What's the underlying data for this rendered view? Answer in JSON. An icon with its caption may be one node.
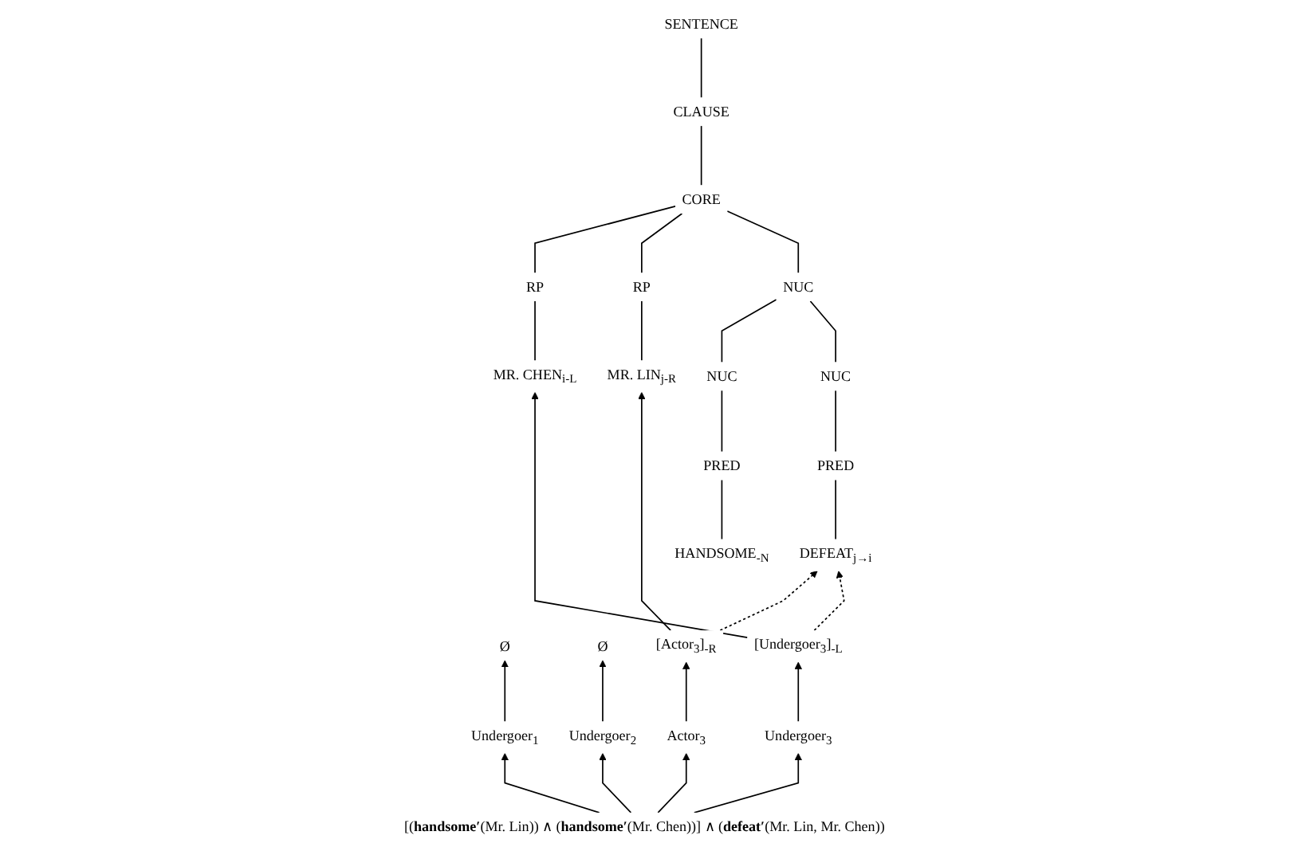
{
  "diagram": {
    "nodes": [
      {
        "text": [
          "SENTENCE"
        ]
      },
      {
        "text": [
          "CLAUSE"
        ]
      },
      {
        "text": [
          "CORE"
        ]
      },
      {
        "text": [
          "RP"
        ]
      },
      {
        "text": [
          "RP"
        ]
      },
      {
        "text": [
          "NUC"
        ]
      },
      {
        "text": [
          "NUC"
        ]
      },
      {
        "text": [
          "PRED"
        ]
      },
      {
        "text": [
          "NUC"
        ]
      },
      {
        "text": [
          "PRED"
        ]
      },
      {
        "text": [
          "MR. CHEN$_{i-L}$"
        ]
      },
      {
        "text": [
          "MR. LIN$_{j-R}$"
        ]
      },
      {
        "text": [
          "HANDSOME$_{-N}$"
        ]
      },
      {
        "text": [
          "DEFEAT$_{j→i}$"
        ]
      },
      {
        "text": [
          "Ø"
        ]
      },
      {
        "text": [
          "Ø"
        ]
      },
      {
        "text": [
          "[Actor$_{3}$]$_{-R}$"
        ]
      },
      {
        "text": [
          "[Undergoer$_{3}$]$_{-L}$"
        ]
      },
      {
        "text": [
          "Undergoer$_{1}$"
        ]
      },
      {
        "text": [
          "Undergoer$_{2}$"
        ]
      },
      {
        "text": [
          "Actor$_{3}$"
        ]
      },
      {
        "text": [
          "Undergoer$_{3}$"
        ]
      },
      {
        "text": [
          "[(**handsome′**(Mr. Lin)) ∧ (**handsome′**(Mr. Chen))] ∧ (**defeat′**(Mr. Lin, Mr. Chen))"
        ]
      }
    ],
    "edges": [
      {
        "from": 0,
        "to": 1,
        "arrow": "none"
      },
      {
        "from": 1,
        "to": 2,
        "arrow": "none"
      },
      {
        "from": 2,
        "to": 3,
        "arrow": "none"
      },
      {
        "from": 2,
        "to": 4,
        "arrow": "none"
      },
      {
        "from": 2,
        "to": 5,
        "arrow": "none"
      },
      {
        "from": 5,
        "to": 6,
        "arrow": "none"
      },
      {
        "from": 5,
        "to": 8,
        "arrow": "none"
      },
      {
        "from": 6,
        "to": 7,
        "arrow": "none"
      },
      {
        "from": 8,
        "to": 9,
        "arrow": "none"
      },
      {
        "from": 3,
        "to": 10,
        "arrow": "none"
      },
      {
        "from": 4,
        "to": 11,
        "arrow": "none"
      },
      {
        "from": 7,
        "to": 12,
        "arrow": "none"
      },
      {
        "from": 9,
        "to": 13,
        "arrow": "none"
      },
      {
        "from": 16,
        "to": 11,
        "arrow": "to"
      },
      {
        "from": 17,
        "to": 10,
        "arrow": "to"
      },
      {
        "from": 16,
        "to": 13,
        "arrow": "to",
        "style": "dashed"
      },
      {
        "from": 17,
        "to": 13,
        "arrow": "to",
        "style": "dashed"
      },
      {
        "from": 18,
        "to": 14,
        "arrow": "to"
      },
      {
        "from": 19,
        "to": 15,
        "arrow": "to"
      },
      {
        "from": 20,
        "to": 16,
        "arrow": "to"
      },
      {
        "from": 21,
        "to": 17,
        "arrow": "to"
      },
      {
        "from": 22,
        "to": 18,
        "arrow": "to"
      },
      {
        "from": 22,
        "to": 19,
        "arrow": "to"
      },
      {
        "from": 22,
        "to": 20,
        "arrow": "to"
      },
      {
        "from": 22,
        "to": 21,
        "arrow": "to"
      }
    ]
  }
}
